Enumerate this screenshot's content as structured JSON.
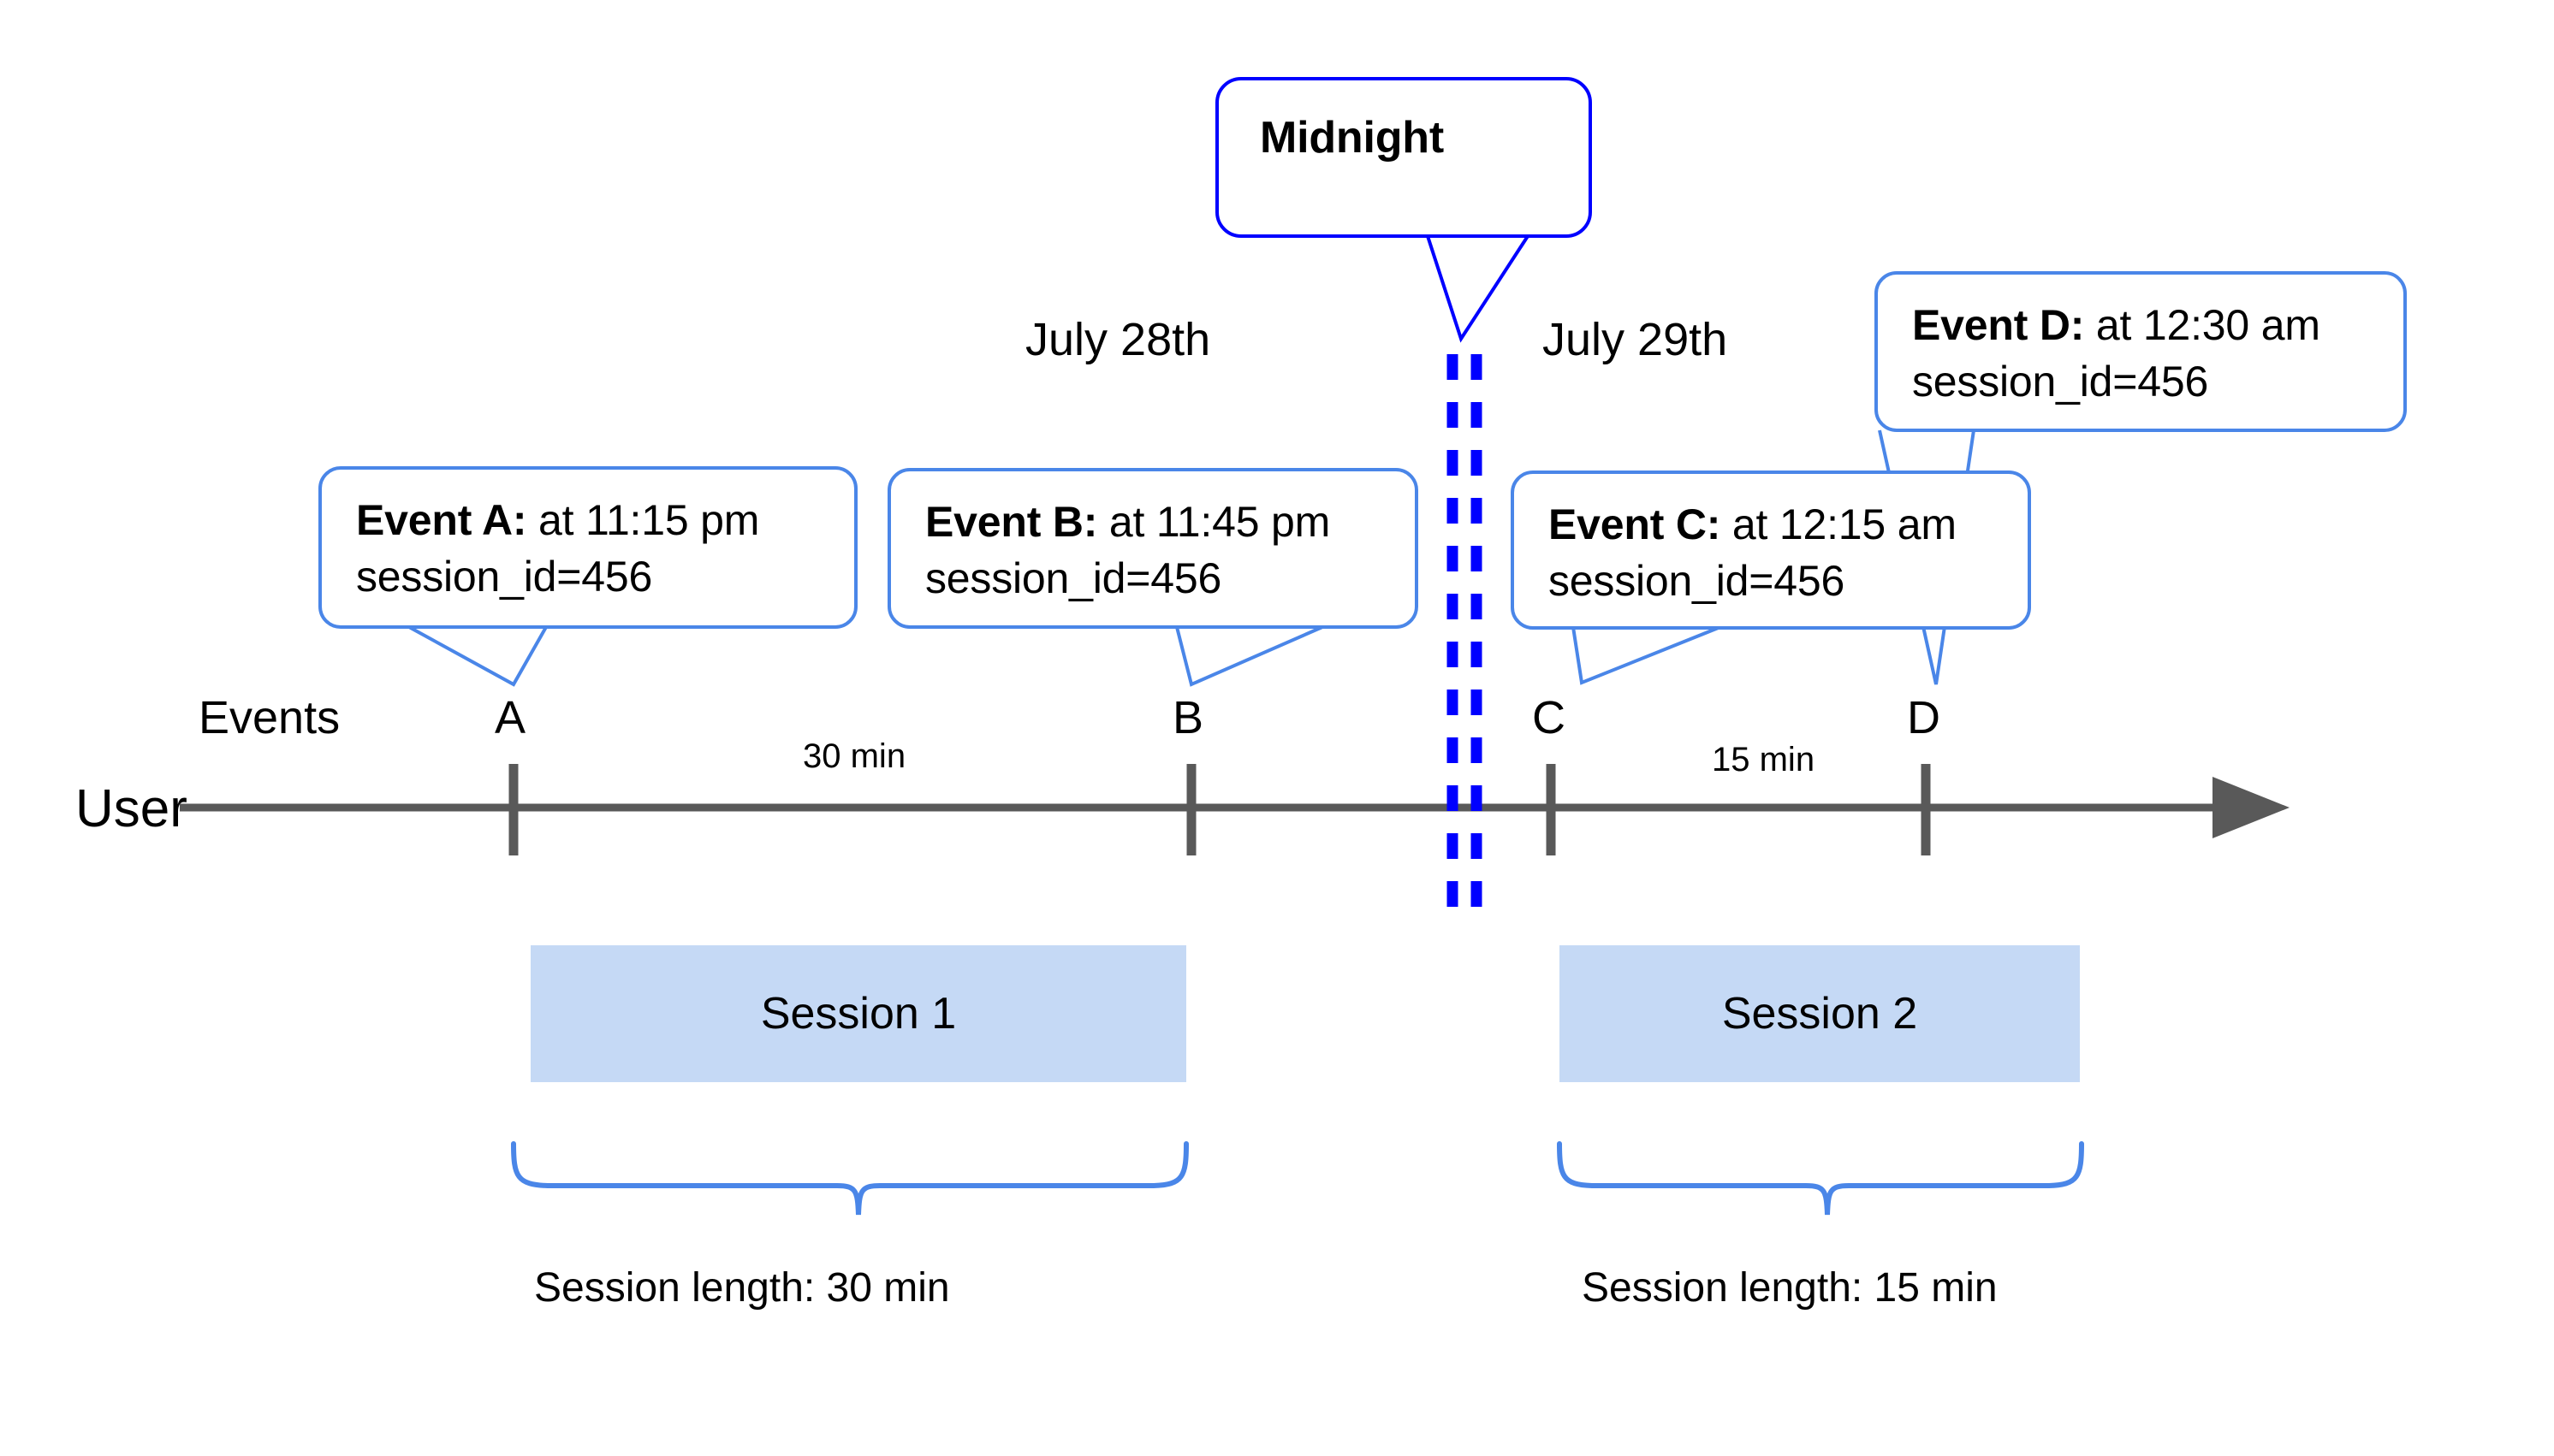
{
  "diagram": {
    "title_note": "Midnight",
    "dates": [
      {
        "label": "July 28th"
      },
      {
        "label": "July 29th"
      }
    ],
    "axis": {
      "row_label": "User",
      "events_label": "Events"
    },
    "events": [
      {
        "letter": "A",
        "lead": "Event A:",
        "detail": " at 11:15 pm",
        "line2": "session_id=456"
      },
      {
        "letter": "B",
        "lead": "Event B:",
        "detail": " at 11:45 pm",
        "line2": "session_id=456"
      },
      {
        "letter": "C",
        "lead": "Event C:",
        "detail": " at 12:15 am",
        "line2": "session_id=456"
      },
      {
        "letter": "D",
        "lead": "Event D:",
        "detail": " at 12:30 am",
        "line2": "session_id=456"
      }
    ],
    "durations": [
      {
        "label": "30 min"
      },
      {
        "label": "15 min"
      }
    ],
    "sessions": [
      {
        "name": "Session 1",
        "length_label": "Session length: 30 min"
      },
      {
        "name": "Session 2",
        "length_label": "Session length: 15 min"
      }
    ],
    "colors": {
      "callout_border": "#4a86e8",
      "midnight_border": "#0000ff",
      "session_fill": "#c5d9f5",
      "axis_gray": "#595959",
      "brace_blue": "#4a86e8"
    }
  }
}
